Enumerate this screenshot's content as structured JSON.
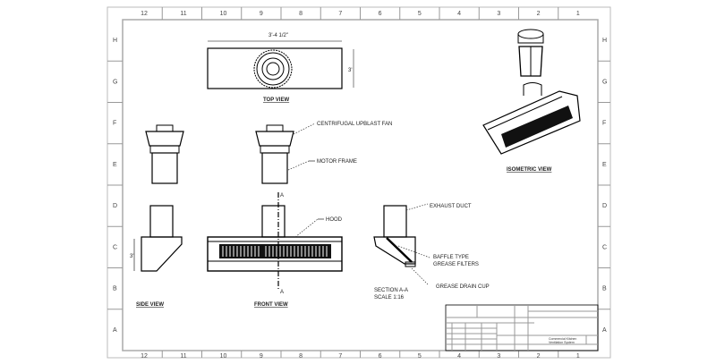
{
  "columns": [
    "12",
    "11",
    "10",
    "9",
    "8",
    "7",
    "6",
    "5",
    "4",
    "3",
    "2",
    "1"
  ],
  "rows": [
    "H",
    "G",
    "F",
    "E",
    "D",
    "C",
    "B",
    "A"
  ],
  "views": {
    "top": "TOP VIEW",
    "side": "SIDE VIEW",
    "front": "FRONT VIEW",
    "section": "SECTION A-A",
    "section_scale": "SCALE 1:16",
    "isometric": "ISOMETRIC VIEW"
  },
  "callouts": {
    "fan": "CENTRIFUGAL UPBLAST FAN",
    "motor": "MOTOR FRAME",
    "hood": "HOOD",
    "duct": "EXHAUST DUCT",
    "filters_1": "BAFFLE TYPE",
    "filters_2": "GREASE FILTERS",
    "drain": "GREASE DRAIN CUP"
  },
  "dimensions": {
    "width": "3'-4 1/2\"",
    "depth": "3'",
    "height": "3'",
    "section_mark": "A"
  },
  "title_block": {
    "title_1": "Commercial Kitchen",
    "title_2": "Ventilation System"
  }
}
